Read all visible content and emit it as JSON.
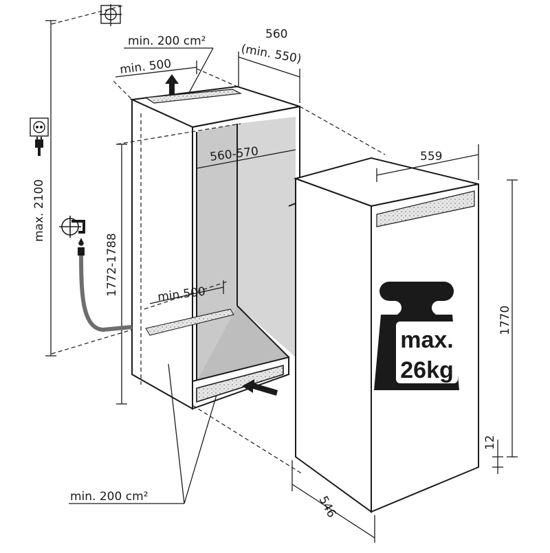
{
  "labels": {
    "vent_top_area": "min. 200 cm²",
    "vent_top_depth": "min. 500",
    "niche_depth": "560",
    "niche_depth_min": "(min. 550)",
    "niche_width": "560-570",
    "niche_height": "1772-1788",
    "max_height": "max. 2100",
    "vent_bottom_depth": "min.500",
    "vent_bottom_area": "min. 200 cm²",
    "appliance_width": "559",
    "appliance_height": "1770",
    "appliance_depth": "546",
    "gap": "12",
    "weight_line1": "max.",
    "weight_line2": "26kg"
  },
  "colors": {
    "line": "#1a1a1a",
    "niche_interior": "#c9c9c9",
    "niche_back": "#d6d6d6",
    "hose": "#6e6e6e",
    "vent_fill": "#e4e4e4"
  },
  "icons": [
    "water-tap-icon",
    "socket-icon",
    "plug-icon",
    "drain-crosshair-icon",
    "upward-arrow-icon",
    "inward-arrow-icon",
    "weight-icon"
  ]
}
